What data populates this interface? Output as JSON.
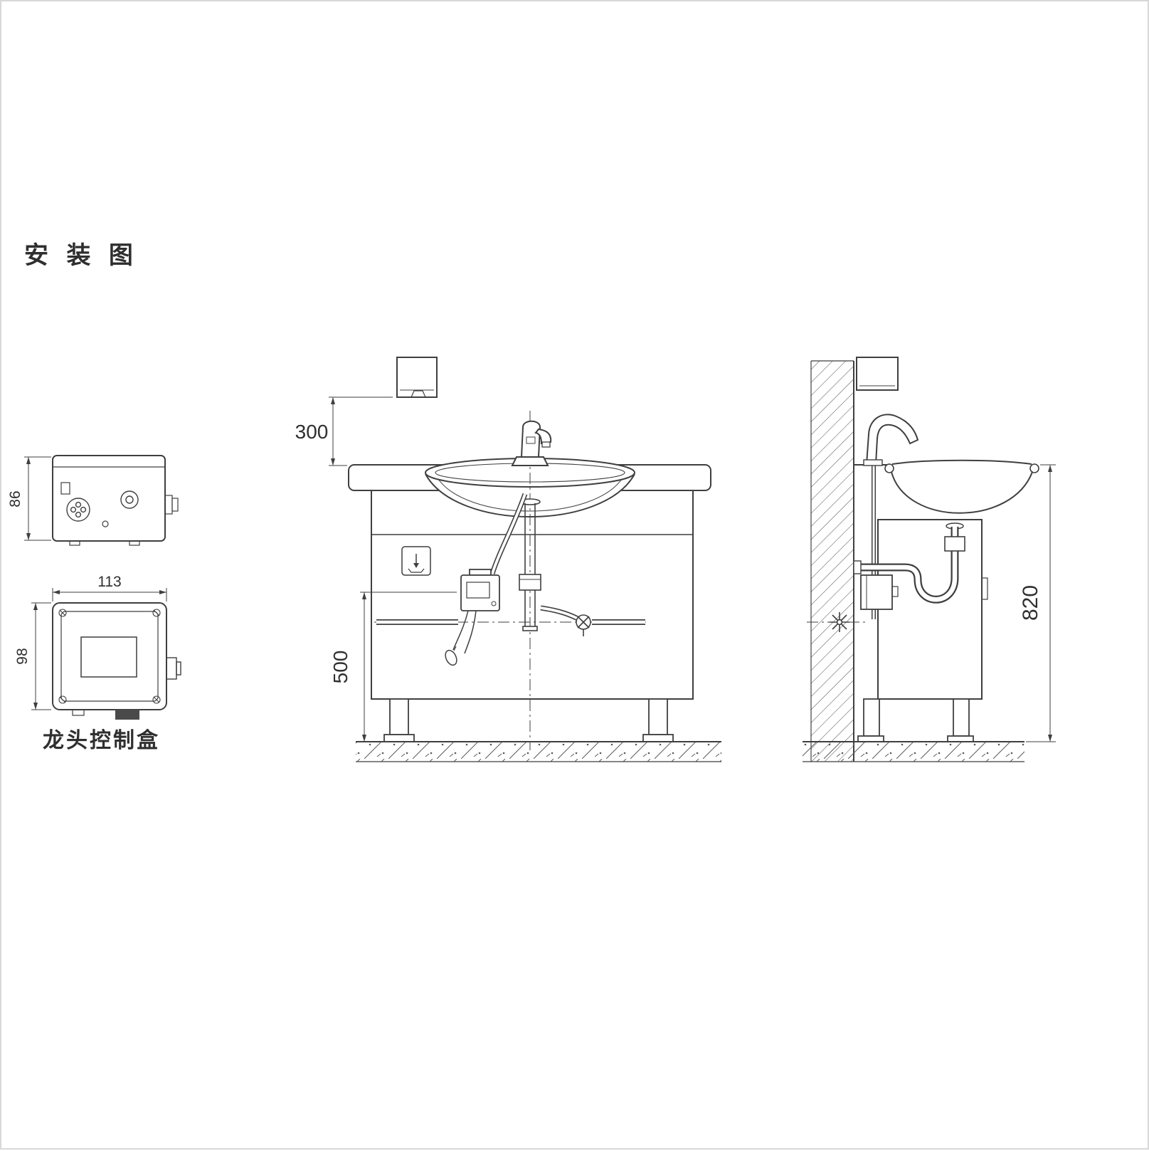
{
  "title": "安 装 图",
  "control_box": {
    "label": "龙头控制盒",
    "top_view_height": "86",
    "front_view_width": "113",
    "front_view_height": "98"
  },
  "dimensions": {
    "sensor_to_counter": "300",
    "pipe_to_floor": "500",
    "counter_to_floor": "820"
  },
  "colors": {
    "line": "#3f3f3f",
    "hatch": "#5a5a5a"
  }
}
